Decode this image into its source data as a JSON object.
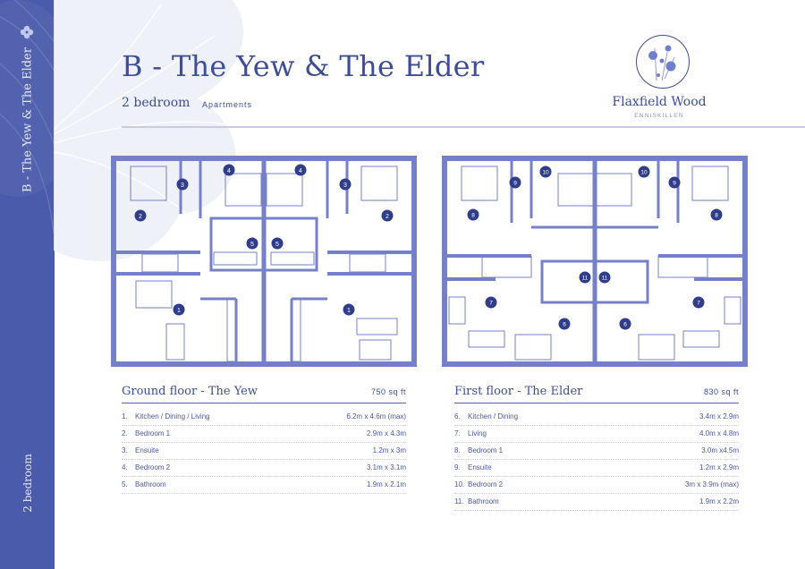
{
  "sidebar": {
    "title": "B - The Yew & The Elder",
    "subtitle": "2 bedroom",
    "background": "#4a5bab"
  },
  "header": {
    "title": "B - The Yew & The Elder",
    "bedrooms": "2 bedroom",
    "type": "Apartments"
  },
  "brand": {
    "name": "Flaxfield Wood",
    "location": "ENNISKILLEN"
  },
  "colors": {
    "accent": "#3d4d96",
    "plan_wall": "#7680c8",
    "plan_bg": "#ffffff",
    "marker": "#2f3d8a"
  },
  "plans": [
    {
      "name": "ground-floor-plan",
      "markers": [
        "1",
        "2",
        "3",
        "4",
        "5",
        "5",
        "4",
        "3",
        "2",
        "1"
      ]
    },
    {
      "name": "first-floor-plan",
      "markers": [
        "6",
        "7",
        "8",
        "9",
        "10",
        "11",
        "11",
        "10",
        "9",
        "8",
        "7",
        "6"
      ]
    }
  ],
  "schedules": [
    {
      "title": "Ground floor - The Yew",
      "area": "750 sq ft",
      "rooms": [
        {
          "num": "1.",
          "name": "Kitchen / Dining / Living",
          "size": "6.2m x 4.6m (max)"
        },
        {
          "num": "2.",
          "name": "Bedroom 1",
          "size": "2.9m x 4.3m"
        },
        {
          "num": "3.",
          "name": "Ensuite",
          "size": "1.2m x 3m"
        },
        {
          "num": "4.",
          "name": "Bedroom 2",
          "size": "3.1m x 3.1m"
        },
        {
          "num": "5.",
          "name": "Bathroom",
          "size": "1.9m x 2.1m"
        }
      ]
    },
    {
      "title": "First floor - The Elder",
      "area": "830 sq ft",
      "rooms": [
        {
          "num": "6.",
          "name": "Kitchen / Dining",
          "size": "3.4m x 2.9m"
        },
        {
          "num": "7.",
          "name": "Living",
          "size": "4.0m x 4.8m"
        },
        {
          "num": "8.",
          "name": "Bedroom 1",
          "size": "3.0m x4.5m"
        },
        {
          "num": "9.",
          "name": "Ensuite",
          "size": "1.2m x 2.9m"
        },
        {
          "num": "10.",
          "name": "Bedroom 2",
          "size": "3m x 3.9m (max)"
        },
        {
          "num": "11.",
          "name": "Bathroom",
          "size": "1.9m x 2.2m"
        }
      ]
    }
  ]
}
